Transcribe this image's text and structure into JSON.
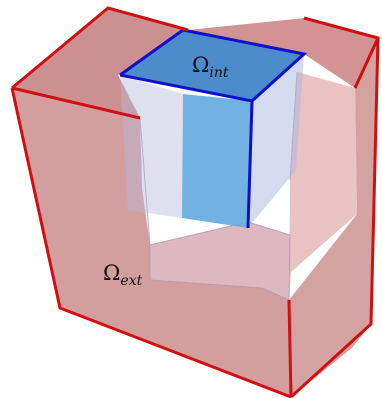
{
  "diagram": {
    "labels": {
      "interior": {
        "symbol": "Ω",
        "subscript": "int"
      },
      "exterior": {
        "symbol": "Ω",
        "subscript": "ext"
      }
    },
    "colors": {
      "background": "#ffffff",
      "exterior_fill": "#c98080",
      "exterior_edge": "#d01010",
      "interior_fill": "#6aaee0",
      "interior_edge": "#1010c8",
      "hidden_edge": "#b89ab8"
    }
  }
}
